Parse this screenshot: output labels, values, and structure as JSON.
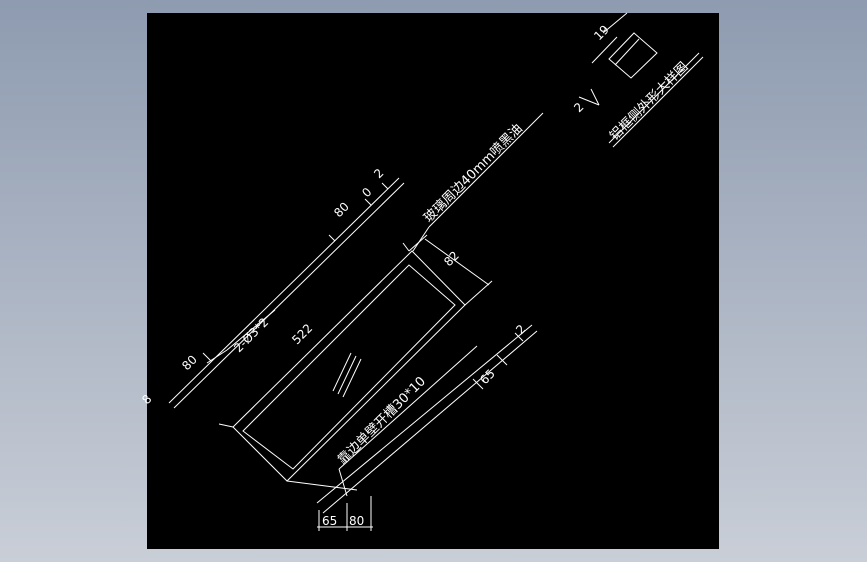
{
  "drawing": {
    "label_glass_edge": "玻璃周边40mm喷黑油",
    "label_groove": "靠边单壁开槽30*10",
    "label_detail": "铝框侧外形大样图",
    "dim_522": "522",
    "dim_80_top": "80",
    "dim_80_left": "80",
    "dim_2_top": "2",
    "dim_0_top": "0",
    "dim_holes": "2-Ø3*2",
    "dim_82": "82",
    "dim_65_right": "65",
    "dim_2_right": "2",
    "dim_65_bottom": "65",
    "dim_80_bottom": "80",
    "dim_8_left": "8",
    "dim_19": "19",
    "dim_2_detail": "2"
  }
}
